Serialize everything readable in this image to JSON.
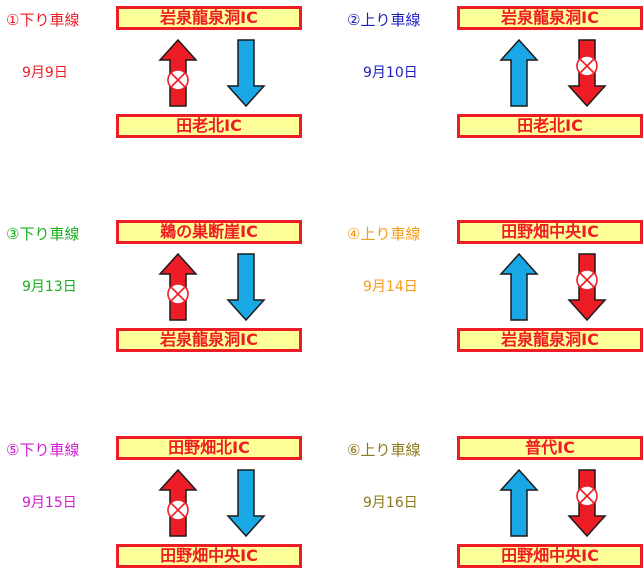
{
  "panels": [
    {
      "label": "①下り車線",
      "label_color": "#ee1c25",
      "date": "9月9日",
      "date_color": "#ee1c25",
      "top_ic": "岩泉龍泉洞IC",
      "bottom_ic": "田老北IC",
      "arrows": [
        "up-closed",
        "down-open"
      ]
    },
    {
      "label": "②上り車線",
      "label_color": "#1f1fbf",
      "date": "9月10日",
      "date_color": "#1f1fbf",
      "top_ic": "岩泉龍泉洞IC",
      "bottom_ic": "田老北IC",
      "arrows": [
        "up-open",
        "down-closed"
      ]
    },
    {
      "label": "③下り車線",
      "label_color": "#16b01b",
      "date": "9月13日",
      "date_color": "#16b01b",
      "top_ic": "鵜の巣断崖IC",
      "bottom_ic": "岩泉龍泉洞IC",
      "arrows": [
        "up-closed",
        "down-open"
      ]
    },
    {
      "label": "④上り車線",
      "label_color": "#f59b1a",
      "date": "9月14日",
      "date_color": "#f59b1a",
      "top_ic": "田野畑中央IC",
      "bottom_ic": "岩泉龍泉洞IC",
      "arrows": [
        "up-open",
        "down-closed"
      ]
    },
    {
      "label": "⑤下り車線",
      "label_color": "#d21bd2",
      "date": "9月15日",
      "date_color": "#d21bd2",
      "top_ic": "田野畑北IC",
      "bottom_ic": "田野畑中央IC",
      "arrows": [
        "up-closed",
        "down-open"
      ]
    },
    {
      "label": "⑥上り車線",
      "label_color": "#8b7a1a",
      "date": "9月16日",
      "date_color": "#8b7a1a",
      "top_ic": "普代IC",
      "bottom_ic": "田野畑中央IC",
      "arrows": [
        "up-open",
        "down-closed"
      ]
    }
  ],
  "colors": {
    "box_fill": "#ffff99",
    "box_border": "#ee1c25",
    "box_text": "#ee1c25",
    "arrow_open": "#1aa7e6",
    "arrow_closed": "#ee1c25",
    "arrow_outline": "#1a1a1a"
  }
}
